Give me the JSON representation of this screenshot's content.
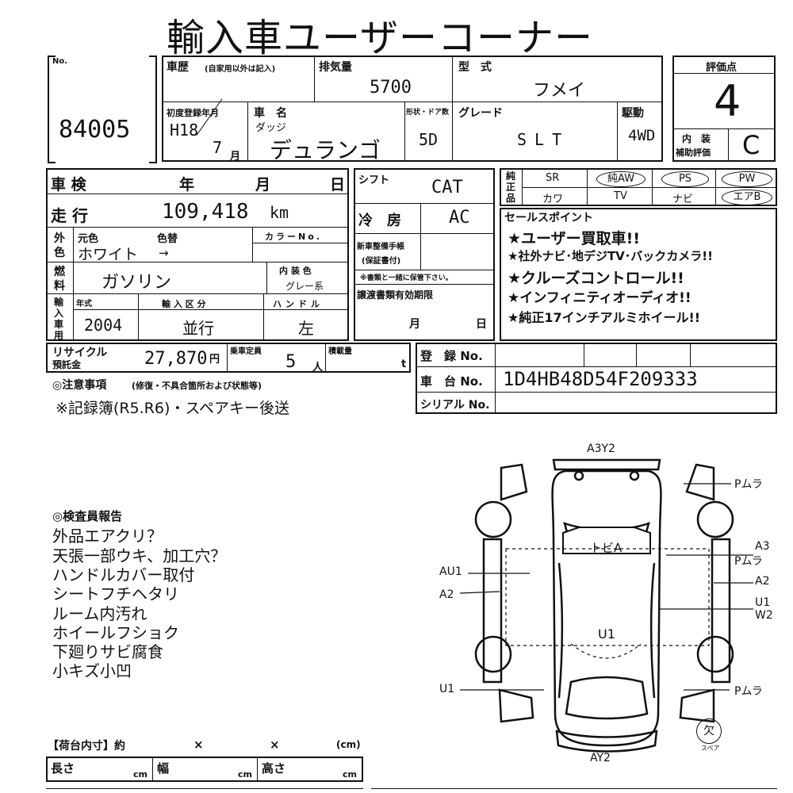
{
  "title": "輸入車ユーザーコーナー",
  "lot": {
    "no_label": "No.",
    "number": "84005"
  },
  "history": {
    "label": "車歴",
    "sublabel": "(自家用以外は記入)"
  },
  "displacement": {
    "label": "排気量",
    "value": "5700"
  },
  "model": {
    "label": "型　式",
    "value": "フメイ"
  },
  "score": {
    "label": "評価点",
    "value": "4",
    "interior_label_1": "内　装",
    "interior_label_2": "補助評価",
    "interior_value": "C"
  },
  "first_reg": {
    "label": "初度登録年月",
    "era": "H18",
    "month": "7",
    "month_unit": "月"
  },
  "car_name": {
    "label": "車　名",
    "maker": "ダッジ",
    "name": "デュランゴ"
  },
  "doors": {
    "label": "形状・ドア数",
    "value": "5D"
  },
  "grade": {
    "label": "グレード",
    "value": "SLT"
  },
  "drive": {
    "label": "駆動",
    "value": "4WD"
  },
  "inspection": {
    "label": "車 検",
    "year": "年",
    "month": "月",
    "day": "日"
  },
  "shift": {
    "label": "シフト",
    "value": "CAT"
  },
  "mileage": {
    "label": "走 行",
    "value": "109,418",
    "unit": "km"
  },
  "aircon": {
    "label": "冷　房",
    "value": "AC"
  },
  "color": {
    "side1": "外",
    "side2": "色",
    "orig_label": "元色",
    "change_label": "色替",
    "value": "ホワイト",
    "arrow": "→",
    "code_label": "カラーNo."
  },
  "fuel": {
    "side1": "燃",
    "side2": "料",
    "value": "ガソリン",
    "interior_color_label": "内 装 色",
    "interior_color": "グレー系"
  },
  "new_car_docs": {
    "label1": "新車整備手帳",
    "label2": "(保証書付)",
    "note": "※書類と一緒に保管下さい。"
  },
  "equipment": {
    "side": [
      "純",
      "正",
      "品"
    ],
    "row1": [
      "SR",
      "純AW",
      "PS",
      "PW"
    ],
    "row2": [
      "カワ",
      "TV",
      "ナビ",
      "エアB"
    ]
  },
  "sales": {
    "label": "セールスポイント",
    "points": [
      "★ユーザー買取車!!",
      "★社外ナビ･地デジTV･バックカメラ!!",
      "★クルーズコントロール!!",
      "★インフィニティオーディオ!!",
      "★純正17インチアルミホイール!!"
    ]
  },
  "import": {
    "side": [
      "輸",
      "入",
      "車",
      "用"
    ],
    "year_label": "年式",
    "year": "2004",
    "type_label": "輸 入 区 分",
    "type": "並行",
    "handle_label": "ハンドル",
    "handle": "左"
  },
  "transfer": {
    "label": "譲渡書類有効期限",
    "month": "月",
    "day": "日"
  },
  "recycle": {
    "label1": "リサイクル",
    "label2": "預託金",
    "value": "27,870",
    "unit": "円"
  },
  "capacity": {
    "label": "乗車定員",
    "value": "5",
    "unit": "人"
  },
  "load": {
    "label": "積載量",
    "unit": "t"
  },
  "registration": {
    "label": "登　録 No.",
    "value": ""
  },
  "chassis": {
    "label": "車　台 No.",
    "value": "1D4HB48D54F209333"
  },
  "serial": {
    "label": "シリアル No.",
    "value": ""
  },
  "notes": {
    "label": "◎注意事項",
    "sublabel": "(修復・不具合箇所および状態等)",
    "text": "※記録簿(R5.R6)・スペアキー後送"
  },
  "inspector": {
    "label": "◎検査員報告",
    "lines": [
      "外品エアクリ？",
      "天張一部ウキ、加工穴？",
      "ハンドルカバー取付",
      "シートフチヘタリ",
      "ルーム内汚れ",
      "ホイールフショク",
      "下廻りサビ腐食",
      "小キズ小凹"
    ]
  },
  "diagram": {
    "front": "A3Y2",
    "rear": "AY2",
    "roof": "トビA",
    "center": "U1",
    "left_au1": "AU1",
    "left_a2": "A2",
    "left_u1": "U1",
    "right_p1": "Pムラ",
    "right_a3": "A3",
    "right_p2": "Pムラ",
    "right_a2": "A2",
    "right_u1": "U1",
    "right_w2": "W2",
    "right_p3": "Pムラ",
    "spare": "欠",
    "spare_label": "スペア"
  },
  "cargo": {
    "label": "【荷台内寸】約",
    "x1": "×",
    "x2": "×",
    "unit": "(cm)",
    "length": "長さ",
    "width": "幅",
    "height": "高さ",
    "cm": "cm"
  }
}
